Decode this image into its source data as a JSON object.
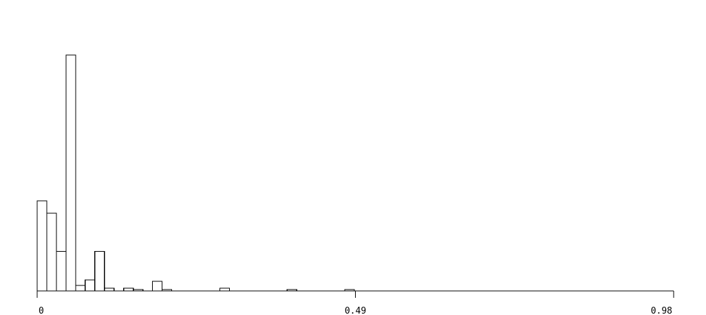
{
  "chart_data": {
    "type": "bar",
    "title": "",
    "xlabel": "",
    "ylabel": "",
    "xlim": [
      0,
      0.98
    ],
    "bin_width": 0.0148,
    "values": [
      132,
      114,
      58,
      346,
      8,
      16,
      58,
      4,
      0,
      4,
      2,
      0,
      14,
      2,
      0,
      0,
      0,
      0,
      0,
      4,
      0,
      0,
      0,
      0,
      0,
      0,
      2,
      0,
      0,
      0,
      0,
      0,
      2
    ],
    "x_ticks": [
      {
        "value": 0,
        "label": "0"
      },
      {
        "value": 0.49,
        "label": "0.49"
      },
      {
        "value": 0.98,
        "label": "0.98"
      }
    ],
    "ylim": [
      0,
      350
    ],
    "grid": false,
    "colors": {
      "bar_fill": "#ffffff",
      "bar_stroke": "#000000"
    }
  }
}
